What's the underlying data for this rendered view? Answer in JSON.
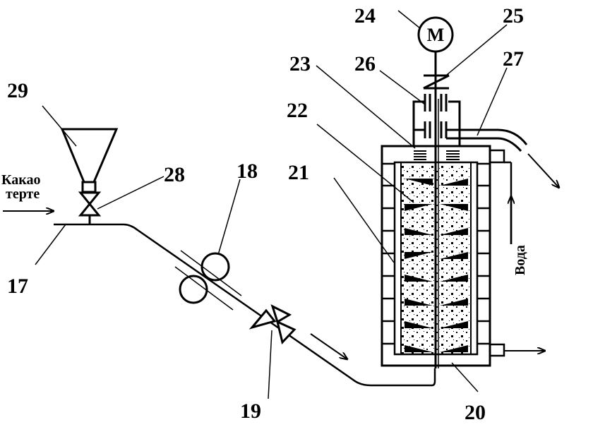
{
  "labels": {
    "inlet_line1": "Какао",
    "inlet_line2": "терте",
    "water": "Вода",
    "motor": "M"
  },
  "callouts": [
    "17",
    "18",
    "19",
    "20",
    "21",
    "22",
    "23",
    "24",
    "25",
    "26",
    "27",
    "28",
    "29"
  ],
  "colors": {
    "line": "#000000",
    "background": "#ffffff"
  }
}
